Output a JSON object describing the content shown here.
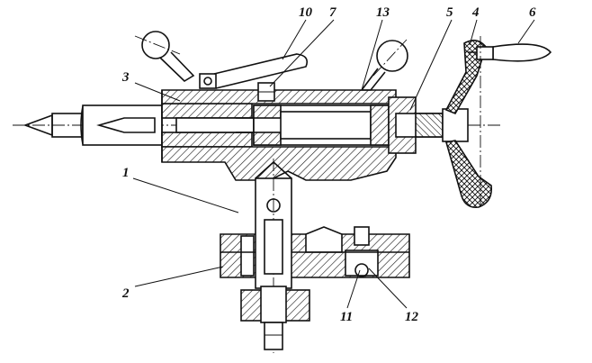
{
  "callouts": [
    {
      "id": "c1",
      "label": "1"
    },
    {
      "id": "c2",
      "label": "2"
    },
    {
      "id": "c3",
      "label": "3"
    },
    {
      "id": "c4",
      "label": "4"
    },
    {
      "id": "c5",
      "label": "5"
    },
    {
      "id": "c6",
      "label": "6"
    },
    {
      "id": "c7",
      "label": "7"
    },
    {
      "id": "c10",
      "label": "10"
    },
    {
      "id": "c11",
      "label": "11"
    },
    {
      "id": "c12",
      "label": "12"
    },
    {
      "id": "c13",
      "label": "13"
    }
  ]
}
